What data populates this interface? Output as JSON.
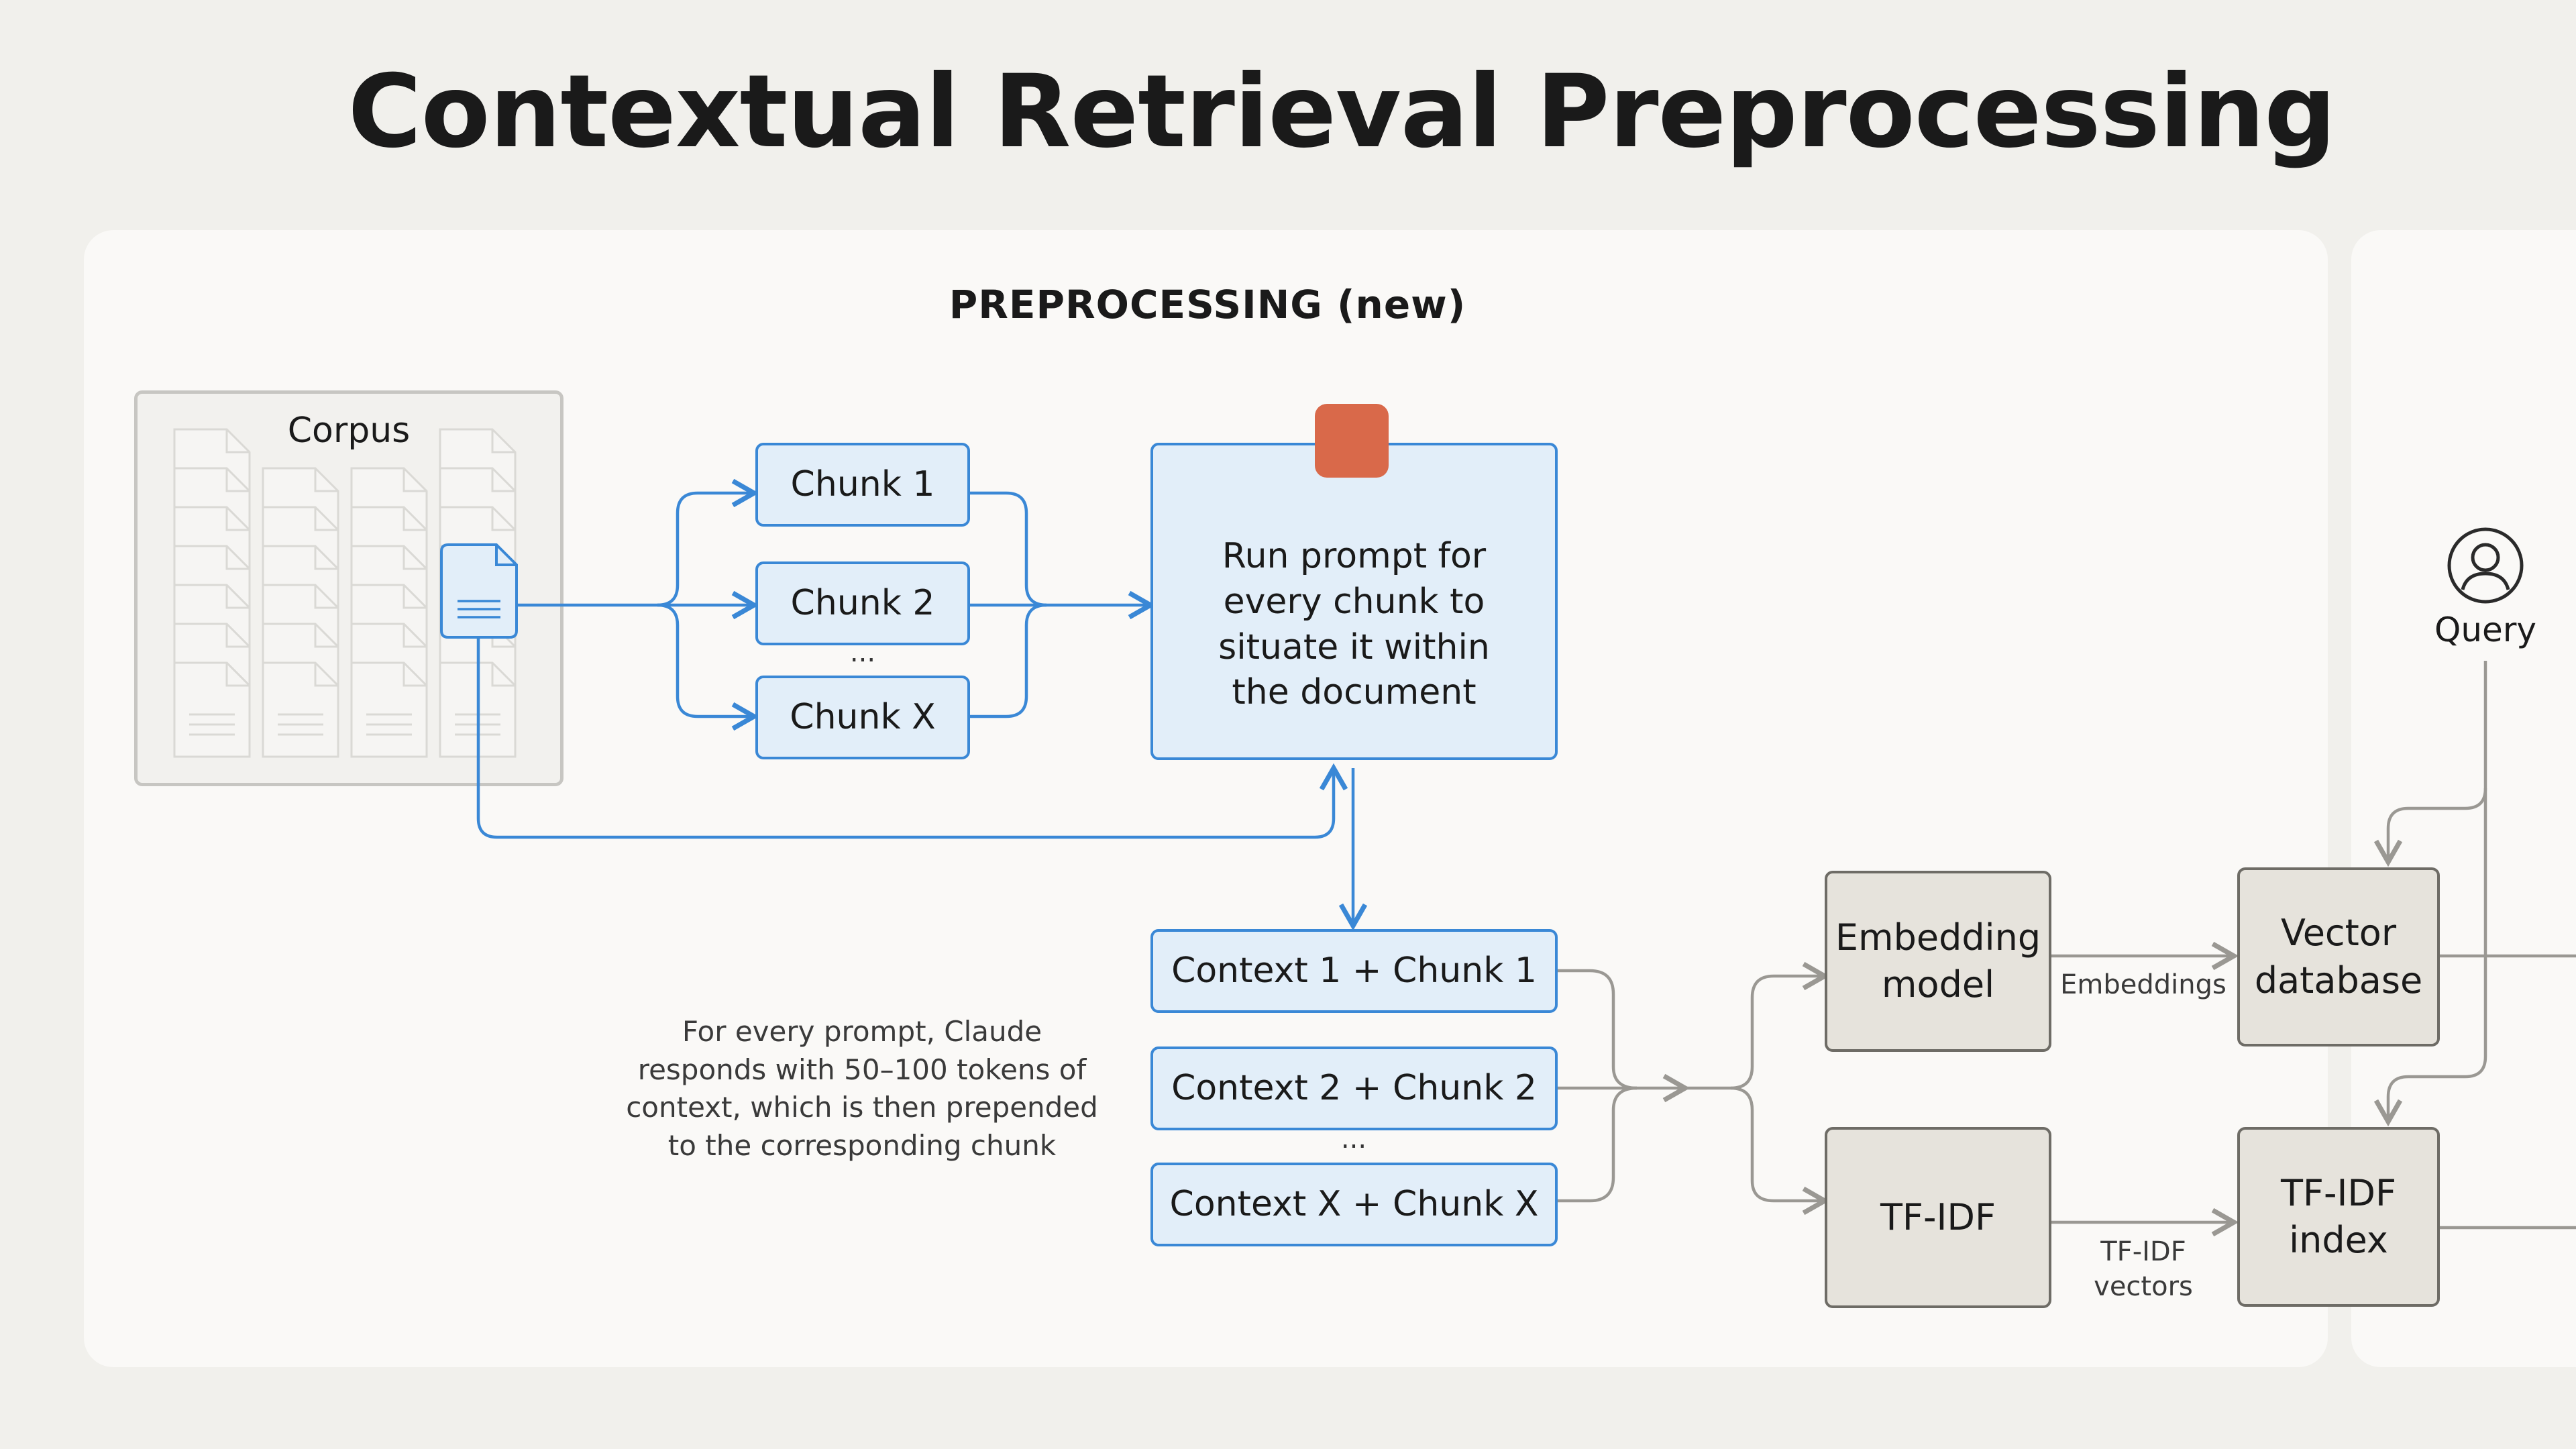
{
  "title": "Contextual Retrieval Preprocessing",
  "section_title": "PREPROCESSING (new)",
  "corpus": {
    "label": "Corpus"
  },
  "chunks": [
    "Chunk 1",
    "Chunk 2",
    "Chunk X"
  ],
  "chunks_ellipsis": "...",
  "prompt_box": "Run prompt for every chunk to situate it within the document",
  "contexts": [
    "Context 1 + Chunk 1",
    "Context 2 + Chunk 2",
    "Context X + Chunk X"
  ],
  "contexts_ellipsis": "...",
  "note": "For every prompt, Claude responds with 50–100 tokens of context, which is then prepended to the corresponding chunk",
  "embedding_model": "Embedding model",
  "tfidf": "TF-IDF",
  "embeddings_label": "Embeddings",
  "tfidf_vectors_label": "TF-IDF vectors",
  "vector_database": "Vector database",
  "tfidf_index": "TF-IDF index",
  "query": {
    "label": "Query",
    "icon": "user-circle-icon"
  },
  "colors": {
    "background": "#f1f0ec",
    "panel": "#faf9f7",
    "blue_accent": "#3a88d6",
    "blue_fill": "#e2eef9",
    "gray_stroke": "#6e6c66",
    "gray_fill": "#e6e3dc",
    "claude_orange": "#d9694a",
    "arrow_gray": "#9a9893"
  }
}
